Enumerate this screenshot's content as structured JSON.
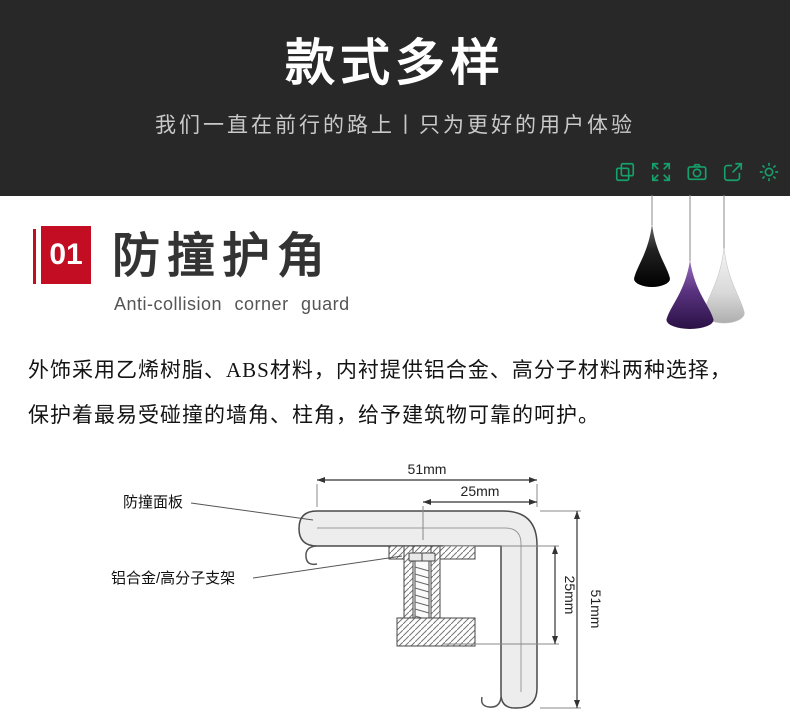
{
  "banner": {
    "title": "款式多样",
    "subtitle": "我们一直在前行的路上丨只为更好的用户体验"
  },
  "toolbar": {
    "icons": [
      "picture-in-picture",
      "fullscreen",
      "screenshot",
      "export",
      "settings"
    ]
  },
  "section": {
    "number": "01",
    "title": "防撞护角",
    "subtitle": "Anti-collision corner guard"
  },
  "description": {
    "line1": "外饰采用乙烯树脂、ABS材料，内衬提供铝合金、高分子材料两种选择，",
    "line2": "保护着最易受碰撞的墙角、柱角，给予建筑物可靠的呵护。"
  },
  "diagram": {
    "label_panel": "防撞面板",
    "label_bracket": "铝合金/高分子支架",
    "dim_top_outer": "51mm",
    "dim_top_inner": "25mm",
    "dim_right_inner": "25mm",
    "dim_right_outer": "51mm"
  },
  "colors": {
    "banner_bg": "#282828",
    "accent_red": "#c30d23",
    "icon_green": "#16a06a"
  }
}
